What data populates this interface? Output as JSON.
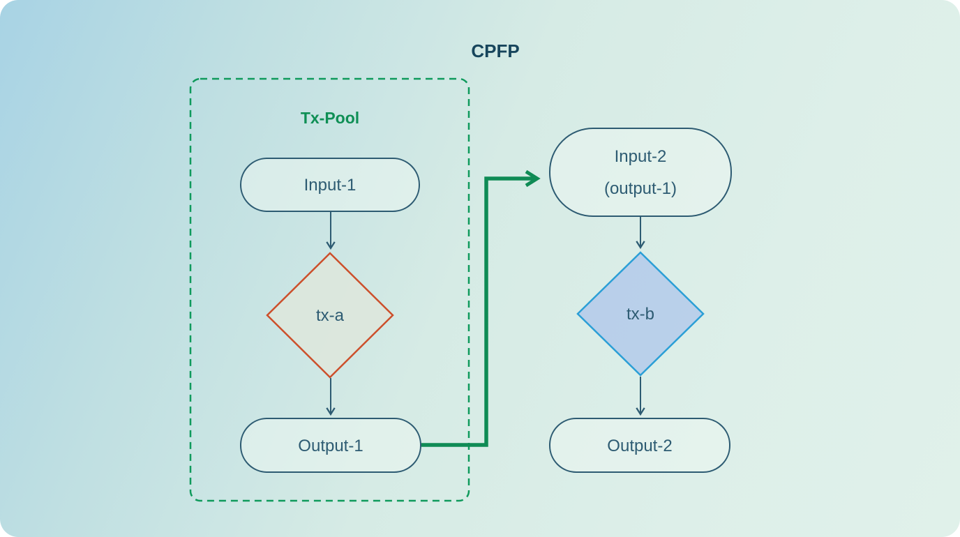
{
  "title": "CPFP",
  "tx_pool": {
    "label": "Tx-Pool"
  },
  "nodes": {
    "input1": {
      "label": "Input-1"
    },
    "tx_a": {
      "label": "tx-a"
    },
    "output1": {
      "label": "Output-1"
    },
    "input2": {
      "label": "Input-2",
      "sublabel": "(output-1)"
    },
    "tx_b": {
      "label": "tx-b"
    },
    "output2": {
      "label": "Output-2"
    }
  },
  "edges": [
    {
      "from": "Input-1",
      "to": "tx-a",
      "style": "thin-teal-arrow"
    },
    {
      "from": "tx-a",
      "to": "Output-1",
      "style": "thin-teal-arrow"
    },
    {
      "from": "Output-1",
      "to": "Input-2 (output-1)",
      "style": "thick-green-elbow-arrow"
    },
    {
      "from": "Input-2",
      "to": "tx-b",
      "style": "thin-teal-arrow"
    },
    {
      "from": "tx-b",
      "to": "Output-2",
      "style": "thin-teal-arrow"
    }
  ],
  "colors": {
    "background_left_blue": "#a8d3e4",
    "background_right_mint": "#e0f1ea",
    "title_ink": "#17455c",
    "node_ink": "#2d5b72",
    "node_fill": "rgba(235,246,241,0.55)",
    "pool_green": "#0f8f55",
    "arrow_green": "#0f8b55",
    "tx_a_border_orange": "#cc4f2b",
    "tx_a_fill": "#dde7db",
    "tx_b_border_blue": "#2b9fd6",
    "tx_b_fill": "#b7cdea"
  }
}
